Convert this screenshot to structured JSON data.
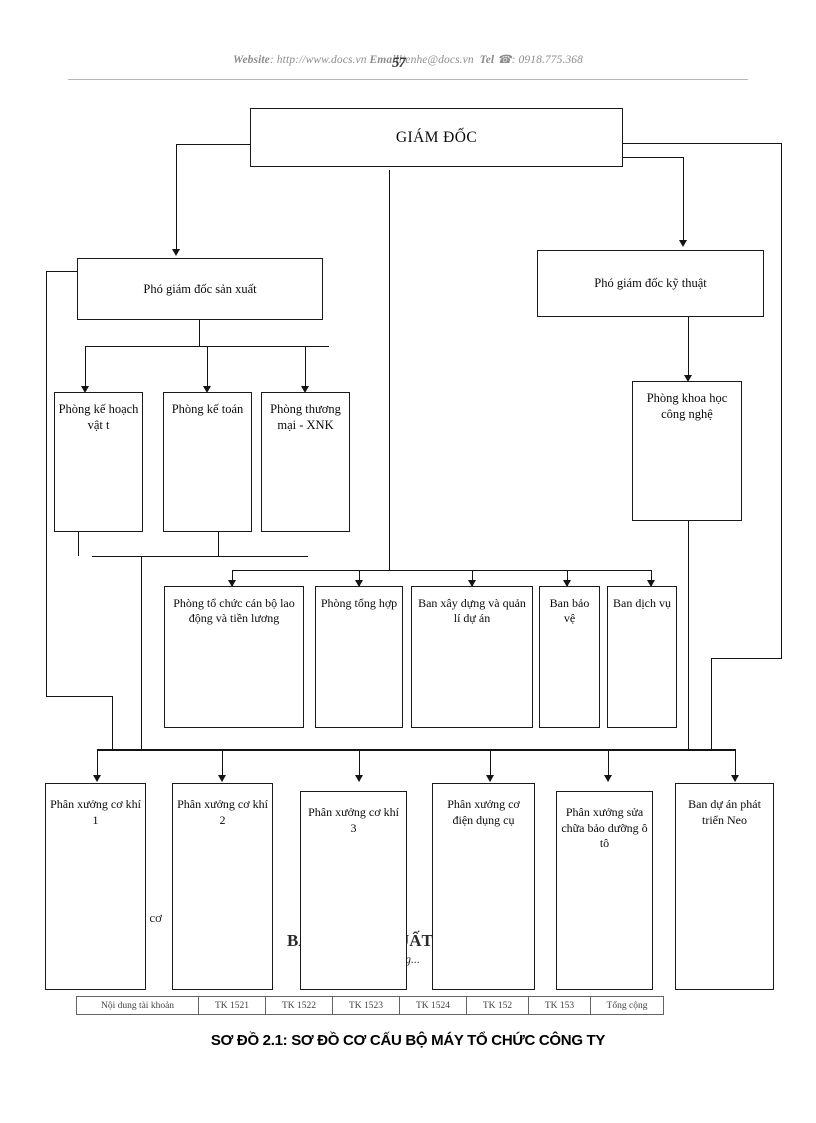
{
  "header": {
    "website_label": "Website",
    "website_url": ": http://www.docs.vn",
    "email_label": "Email",
    "email_value": "lienhe@docs.vn",
    "tel_label": "Tel",
    "tel_icon": "telephone-icon",
    "tel_value": ": 0918.775.368",
    "page_number": "57"
  },
  "diagram": {
    "title_node": {
      "label": "GIÁM ĐỐC"
    },
    "level2": [
      {
        "label": "Phó giám đốc sản xuất"
      },
      {
        "label": "Phó giám đốc kỹ thuật"
      }
    ],
    "level3": [
      {
        "label": "Phòng kế hoạch vật t"
      },
      {
        "label": "Phòng kế toán"
      },
      {
        "label": "Phòng thương mại - XNK"
      },
      {
        "label": "Phòng khoa học công nghệ"
      }
    ],
    "level4": [
      {
        "label": "Phòng tổ chức cán bộ lao động và tiền lương"
      },
      {
        "label": "Phòng tổng hợp"
      },
      {
        "label": "Ban xây dựng và quản lí dự án"
      },
      {
        "label": "Ban bảo vệ"
      },
      {
        "label": "Ban dịch vụ"
      }
    ],
    "level5": [
      {
        "label": "Phân xưởng cơ khí 1"
      },
      {
        "label": "Phân xưởng cơ khí 2"
      },
      {
        "label": "Phân xưởng cơ khí 3"
      },
      {
        "label": "Phân xưởng cơ điện dụng cụ"
      },
      {
        "label": "Phân xưởng sửa chữa bảo dưỡng ô tô"
      },
      {
        "label": "Ban dự án phát triển Neo"
      }
    ]
  },
  "caption": "SƠ ĐỒ 2.1: SƠ ĐỒ CƠ CẤU BỘ MÁY TỔ CHỨC CÔNG TY",
  "bleed_through": {
    "fragments": [
      {
        "text": "ty cơ"
      },
      {
        "text": "BẢ"
      },
      {
        "text": "UẤT"
      },
      {
        "text": "ng..."
      }
    ],
    "table_row": [
      "Nội dung tài khoản",
      "TK 1521",
      "TK 1522",
      "TK 1523",
      "TK 1524",
      "TK 152",
      "TK 153",
      "Tổng cộng"
    ]
  }
}
